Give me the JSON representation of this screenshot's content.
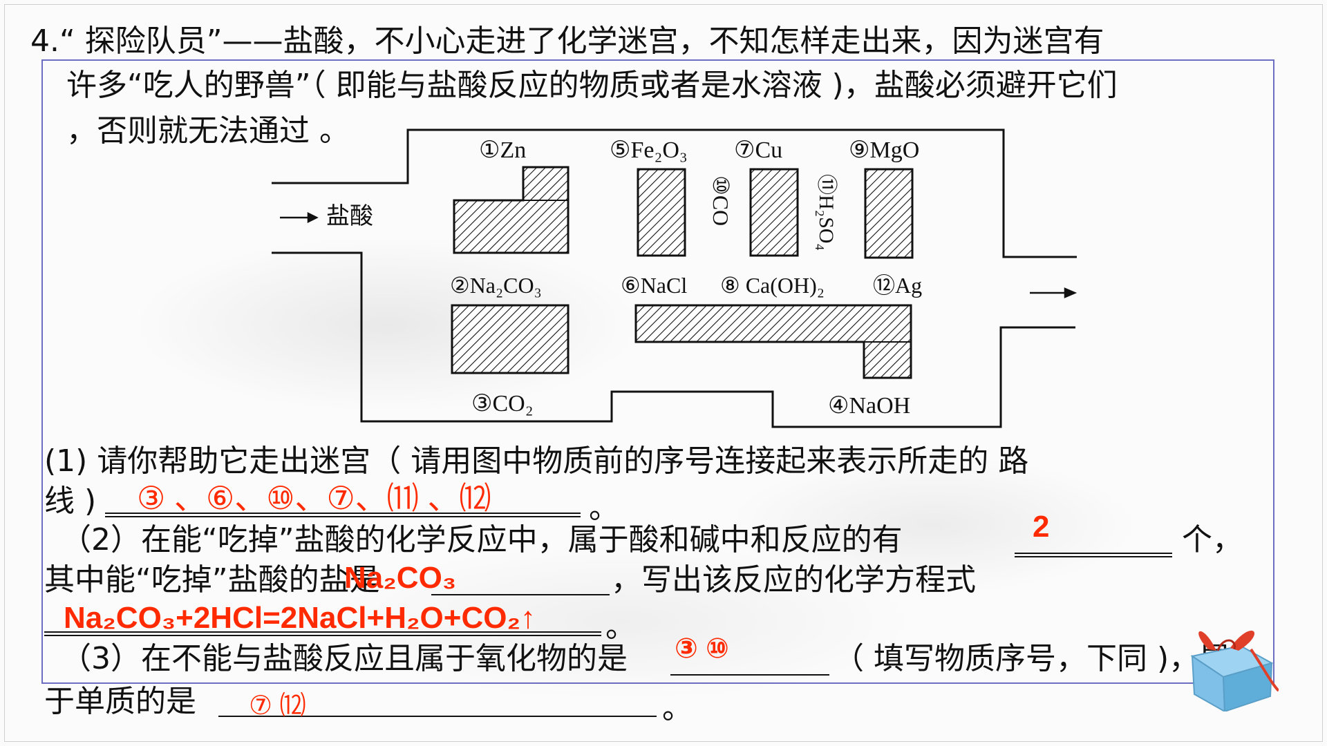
{
  "question": {
    "line1": "4.“ 探险队员”——盐酸，不小心走进了化学迷宫，不知怎样走出来，因为迷宫有",
    "line2": "许多“吃人的野兽”（ 即能与盐酸反应的物质或者是水溶液 )，盐酸必须避开它们",
    "line3": "，否则就无法通过 。"
  },
  "maze": {
    "entry_label": "盐酸",
    "entry_arrow": "→",
    "exit_arrow": "→",
    "substances": {
      "s1": "①Zn",
      "s2": "②Na₂CO₃",
      "s3": "③CO₂",
      "s4": "④NaOH",
      "s5": "⑤Fe₂O₃",
      "s6": "⑥NaCl",
      "s7": "⑦Cu",
      "s8": "⑧ Ca(OH)₂",
      "s9": "⑨MgO",
      "s10": "⑩CO",
      "s11": "⑪H₂SO₄",
      "s12": "⑫Ag"
    }
  },
  "part1": {
    "text_a": "(1) 请你帮助它走出迷宫（ 请用图中物质前的序号连接起来表示所走的 路",
    "text_b": "线 )",
    "end": "。",
    "answer": "③ 、⑥、⑩、⑦、⑾ 、⑿"
  },
  "part2": {
    "text_a": "（2）在能“吃掉”盐酸的化学反应中，属于酸和碱中和反应的有",
    "unit": "个，",
    "answer_count": "2",
    "text_b": "其中能“吃掉”盐酸的盐是",
    "text_c": "，写出该反应的化学方程式",
    "answer_salt": "Na₂CO₃",
    "answer_equation": "Na₂CO₃+2HCl=2NaCl+H₂O+CO₂↑",
    "end": "。"
  },
  "part3": {
    "text_a": "（3）在不能与盐酸反应且属于氧化物的是",
    "text_b": "（ 填写物质序号，下同 )，属",
    "text_c": "于单质的是",
    "end": "。",
    "answer_oxide": "③ ⑩",
    "answer_element": "⑦ ⑿"
  },
  "colors": {
    "answer": "#ff2a00",
    "box_border": "#6b6ec0",
    "text": "#111111"
  }
}
